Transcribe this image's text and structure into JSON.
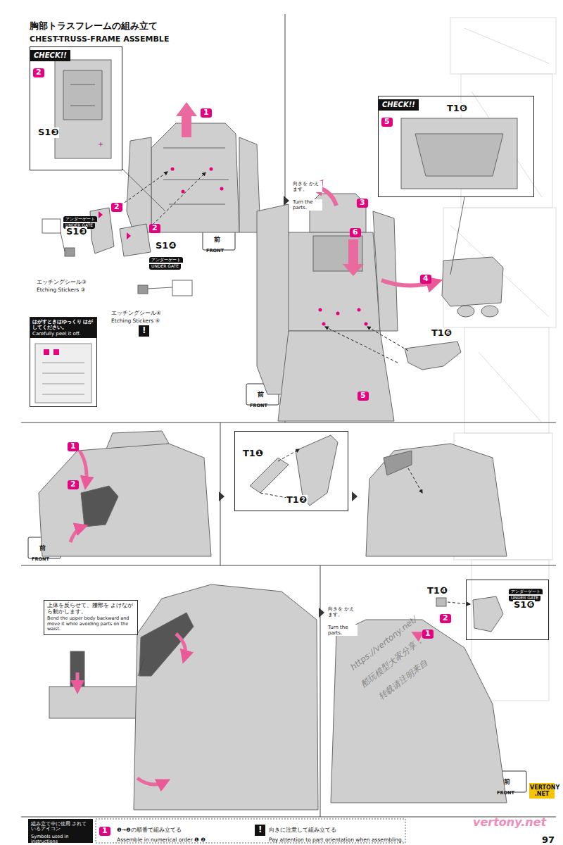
{
  "diagram": {
    "title": "胸部トラスフレームの組み立て",
    "nodes": [
      {
        "text": [
          "CHECK!!",
          "2",
          "S1❸"
        ]
      },
      {
        "text": [
          "CHECK!!",
          "5",
          "T1❻"
        ]
      },
      {
        "text": [
          "はがすときはゆっくり はがしてください。",
          "Carefully peel it off."
        ]
      },
      {
        "text": [
          "T1❶",
          "T1❷"
        ]
      },
      {
        "text": [
          "上体を反らせて、腰部を よけながら動かします。",
          "Bend the upper body backward and move it while avoiding parts on the waist."
        ]
      },
      {
        "text": [
          "アンダーゲート",
          "UNDER GATE",
          "S1❻"
        ]
      }
    ],
    "labels": [
      "CHEST-TRUSS-FRAME ASSEMBLE",
      "1",
      "2",
      "2",
      "アンダーゲート",
      "UNDER GATE",
      "S1❸",
      "S1❹",
      "アンダーゲート",
      "UNDER GATE",
      "エッチングシール③",
      "Etching Stickers ③",
      "エッチングシール④",
      "Etching Stickers ④",
      "!",
      "前",
      "FRONT",
      "向きを かえます。",
      "Turn the parts.",
      "3",
      "6",
      "4",
      "T1❻",
      "5",
      "前",
      "FRONT",
      "1",
      "2",
      "前",
      "FRONT",
      "向きを かえます。",
      "Turn the parts.",
      "T1❹",
      "2",
      "1",
      "前",
      "FRONT",
      "https://vertony.net/",
      "酷玩模型大家分享，",
      "转载请注明来自",
      "vertony.net",
      "VERTONY .NET",
      "97",
      "組み立て中に使用 されているアイコン",
      "Symbols used in instructions",
      "1",
      "!"
    ],
    "legend": [
      {
        "text": "❶→❷の順番で組み立てる"
      },
      {
        "text": "Assemble in numerical order ❶ ❷"
      },
      {
        "text": "向きに注意して組み立てる"
      },
      {
        "text": "Pay attention to part orientation when assembling."
      }
    ]
  }
}
